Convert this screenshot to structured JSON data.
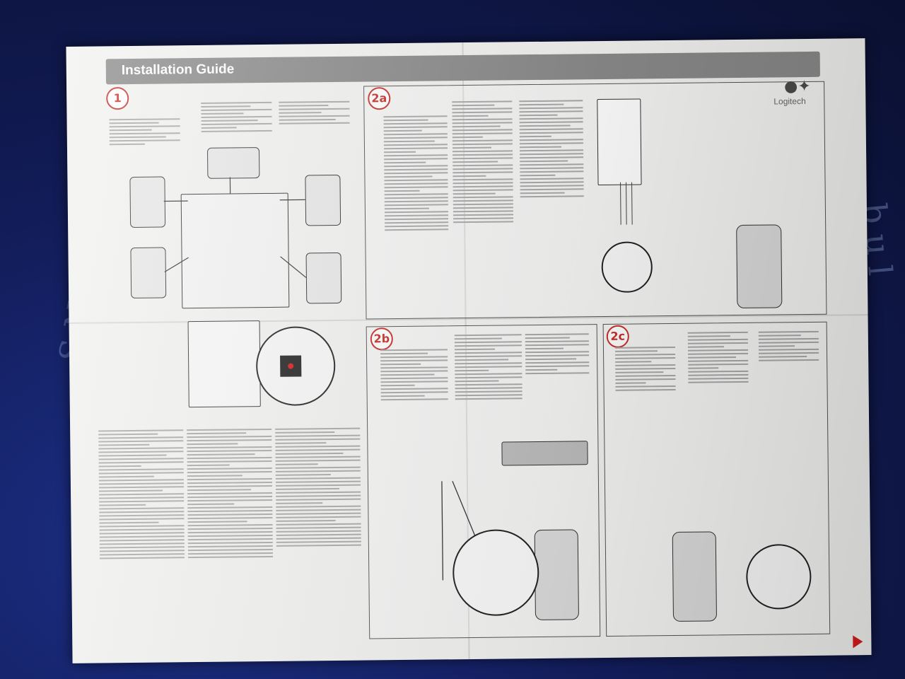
{
  "guide": {
    "title": "Installation Guide",
    "brand": "Logitech",
    "steps": [
      "1",
      "2a",
      "2b",
      "2c"
    ]
  },
  "colors": {
    "background_cloth": "#121c58",
    "sheet": "#f2f2f0",
    "header_bar": "#8a8a8a",
    "accent_red": "#c8302a"
  },
  "icons": [
    "logitech-logo-icon",
    "next-page-arrow-icon"
  ]
}
